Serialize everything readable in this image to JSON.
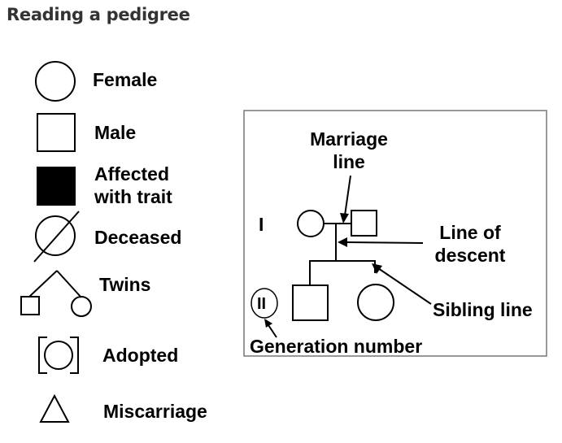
{
  "title": "Reading a pedigree",
  "legend": {
    "female": "Female",
    "male": "Male",
    "affected": "Affected\nwith trait",
    "deceased": "Deceased",
    "twins": "Twins",
    "adopted": "Adopted",
    "miscarriage": "Miscarriage"
  },
  "example": {
    "generation_1": "I",
    "generation_2": "II",
    "marriage_line": "Marriage\nline",
    "line_of_descent": "Line of\ndescent",
    "sibling_line": "Sibling line",
    "generation_number": "Generation number"
  },
  "colors": {
    "title": "#333333",
    "stroke": "#000000",
    "box_border": "#777777"
  }
}
